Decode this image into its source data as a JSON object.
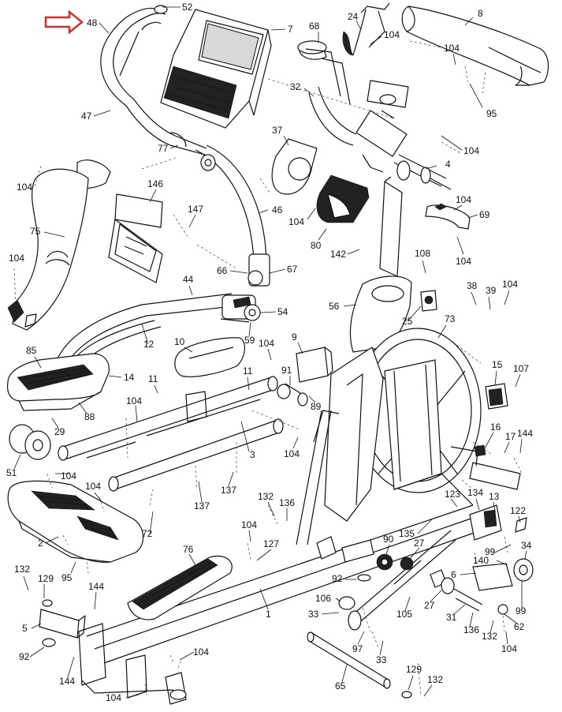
{
  "callout": {
    "color": "#d0312d"
  },
  "parts": [
    {
      "id": "p52",
      "label": "52"
    },
    {
      "id": "p48",
      "label": "48"
    },
    {
      "id": "p7",
      "label": "7"
    },
    {
      "id": "p24",
      "label": "24"
    },
    {
      "id": "p68",
      "label": "68"
    },
    {
      "id": "p104a",
      "label": "104"
    },
    {
      "id": "p8",
      "label": "8"
    },
    {
      "id": "p104b",
      "label": "104"
    },
    {
      "id": "p95a",
      "label": "95"
    },
    {
      "id": "p47",
      "label": "47"
    },
    {
      "id": "p32",
      "label": "32"
    },
    {
      "id": "p37",
      "label": "37"
    },
    {
      "id": "p104c",
      "label": "104"
    },
    {
      "id": "p77",
      "label": "77"
    },
    {
      "id": "p4",
      "label": "4"
    },
    {
      "id": "p104d",
      "label": "104"
    },
    {
      "id": "p146",
      "label": "146"
    },
    {
      "id": "p46",
      "label": "46"
    },
    {
      "id": "p104e",
      "label": "104"
    },
    {
      "id": "p104f",
      "label": "104"
    },
    {
      "id": "p69",
      "label": "69"
    },
    {
      "id": "p147",
      "label": "147"
    },
    {
      "id": "p75",
      "label": "75"
    },
    {
      "id": "p80",
      "label": "80"
    },
    {
      "id": "p142",
      "label": "142"
    },
    {
      "id": "p104g",
      "label": "104"
    },
    {
      "id": "p104h",
      "label": "104"
    },
    {
      "id": "p108",
      "label": "108"
    },
    {
      "id": "p66",
      "label": "66"
    },
    {
      "id": "p67",
      "label": "67"
    },
    {
      "id": "p44",
      "label": "44"
    },
    {
      "id": "p38",
      "label": "38"
    },
    {
      "id": "p104i",
      "label": "104"
    },
    {
      "id": "p39",
      "label": "39"
    },
    {
      "id": "p56",
      "label": "56"
    },
    {
      "id": "p54",
      "label": "54"
    },
    {
      "id": "p25",
      "label": "25"
    },
    {
      "id": "p73",
      "label": "73"
    },
    {
      "id": "p59",
      "label": "59"
    },
    {
      "id": "p10",
      "label": "10"
    },
    {
      "id": "p104j",
      "label": "104"
    },
    {
      "id": "p9",
      "label": "9"
    },
    {
      "id": "p12",
      "label": "12"
    },
    {
      "id": "p85",
      "label": "85"
    },
    {
      "id": "p14",
      "label": "14"
    },
    {
      "id": "p11a",
      "label": "11"
    },
    {
      "id": "p11b",
      "label": "11"
    },
    {
      "id": "p91",
      "label": "91"
    },
    {
      "id": "p15",
      "label": "15"
    },
    {
      "id": "p107",
      "label": "107"
    },
    {
      "id": "p88",
      "label": "88"
    },
    {
      "id": "p104k",
      "label": "104"
    },
    {
      "id": "p89",
      "label": "89"
    },
    {
      "id": "p29",
      "label": "29"
    },
    {
      "id": "p3",
      "label": "3"
    },
    {
      "id": "p16",
      "label": "16"
    },
    {
      "id": "p17",
      "label": "17"
    },
    {
      "id": "p144a",
      "label": "144"
    },
    {
      "id": "p104l",
      "label": "104"
    },
    {
      "id": "p51",
      "label": "51"
    },
    {
      "id": "p104m",
      "label": "104"
    },
    {
      "id": "p104n",
      "label": "104"
    },
    {
      "id": "p137a",
      "label": "137"
    },
    {
      "id": "p137b",
      "label": "137"
    },
    {
      "id": "p123",
      "label": "123"
    },
    {
      "id": "p134",
      "label": "134"
    },
    {
      "id": "p13",
      "label": "13"
    },
    {
      "id": "p132a",
      "label": "132"
    },
    {
      "id": "p136a",
      "label": "136"
    },
    {
      "id": "p122",
      "label": "122"
    },
    {
      "id": "p72",
      "label": "72"
    },
    {
      "id": "p2",
      "label": "2"
    },
    {
      "id": "p104o",
      "label": "104"
    },
    {
      "id": "p135",
      "label": "135"
    },
    {
      "id": "p99a",
      "label": "99"
    },
    {
      "id": "p34",
      "label": "34"
    },
    {
      "id": "p127",
      "label": "127"
    },
    {
      "id": "p90",
      "label": "90"
    },
    {
      "id": "p27a",
      "label": "27"
    },
    {
      "id": "p95b",
      "label": "95"
    },
    {
      "id": "p76",
      "label": "76"
    },
    {
      "id": "p140",
      "label": "140"
    },
    {
      "id": "p132b",
      "label": "132"
    },
    {
      "id": "p129a",
      "label": "129"
    },
    {
      "id": "p92a",
      "label": "92"
    },
    {
      "id": "p6",
      "label": "6"
    },
    {
      "id": "p144b",
      "label": "144"
    },
    {
      "id": "p106",
      "label": "106"
    },
    {
      "id": "p27b",
      "label": "27"
    },
    {
      "id": "p99b",
      "label": "99"
    },
    {
      "id": "p1",
      "label": "1"
    },
    {
      "id": "p33a",
      "label": "33"
    },
    {
      "id": "p105",
      "label": "105"
    },
    {
      "id": "p31",
      "label": "31"
    },
    {
      "id": "p62",
      "label": "62"
    },
    {
      "id": "p5",
      "label": "5"
    },
    {
      "id": "p136b",
      "label": "136"
    },
    {
      "id": "p132c",
      "label": "132"
    },
    {
      "id": "p104p",
      "label": "104"
    },
    {
      "id": "p97",
      "label": "97"
    },
    {
      "id": "p92b",
      "label": "92"
    },
    {
      "id": "p104q",
      "label": "104"
    },
    {
      "id": "p33b",
      "label": "33"
    },
    {
      "id": "p144c",
      "label": "144"
    },
    {
      "id": "p65",
      "label": "65"
    },
    {
      "id": "p129b",
      "label": "129"
    },
    {
      "id": "p132d",
      "label": "132"
    },
    {
      "id": "p104r",
      "label": "104"
    }
  ]
}
